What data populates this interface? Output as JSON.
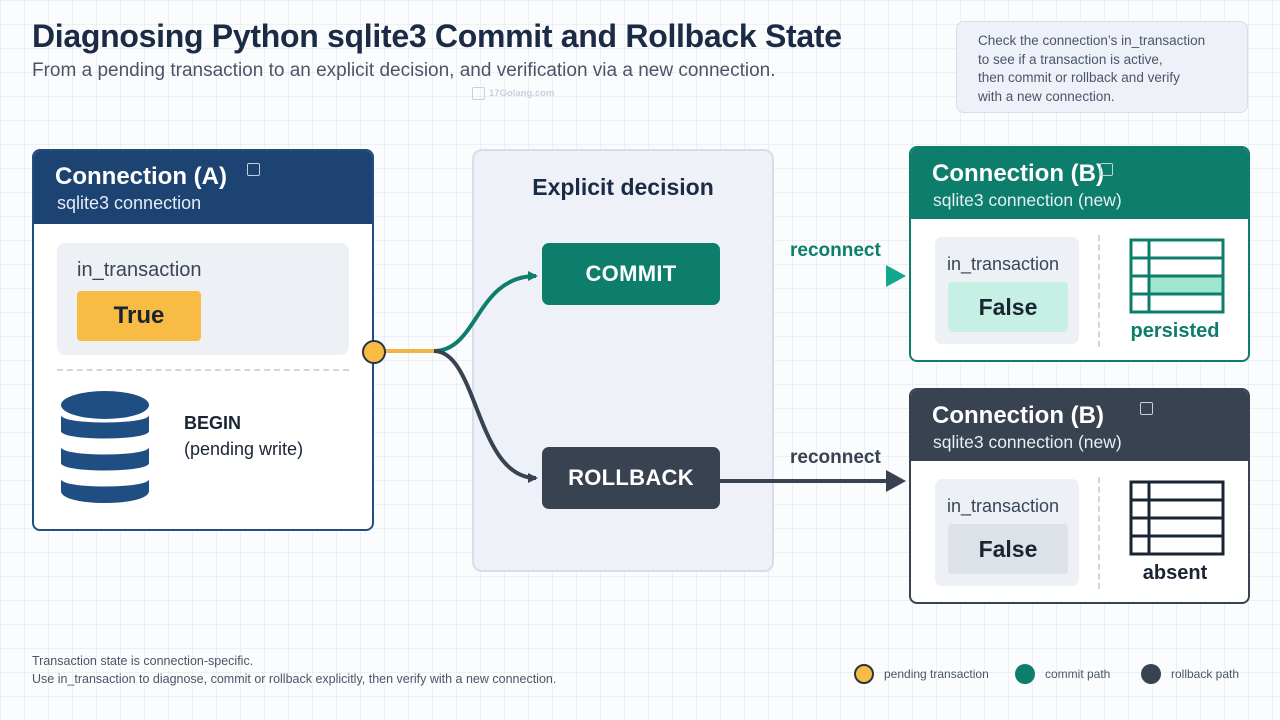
{
  "header": {
    "title": "Diagnosing Python sqlite3 Commit and Rollback State",
    "subtitle": "From a pending transaction to an explicit decision, and verification via a new connection."
  },
  "note": {
    "lines": [
      "Check the connection’s in_transaction",
      "to see if a transaction is active,",
      "then commit or rollback and verify",
      "with a new connection."
    ]
  },
  "watermark": "17Golang.com",
  "connection_a": {
    "title": "Connection (A)",
    "subtitle": "sqlite3 connection",
    "in_transaction_label": "in_transaction",
    "in_transaction_value": "True",
    "begin_label": "BEGIN",
    "pending_label": "(pending write)"
  },
  "decision": {
    "title": "Explicit decision",
    "commit_label": "COMMIT",
    "rollback_label": "ROLLBACK",
    "reconnect_label": "reconnect"
  },
  "connection_b_commit": {
    "title": "Connection (B)",
    "subtitle": "sqlite3 connection (new)",
    "in_transaction_label": "in_transaction",
    "in_transaction_value": "False",
    "result": "persisted"
  },
  "connection_b_rollback": {
    "title": "Connection (B)",
    "subtitle": "sqlite3 connection (new)",
    "in_transaction_label": "in_transaction",
    "in_transaction_value": "False",
    "result": "absent"
  },
  "footer": {
    "line1": "Transaction state is connection-specific.",
    "line2": "Use in_transaction to diagnose, commit or rollback explicitly, then verify with a new connection."
  },
  "legend": {
    "pending": "pending transaction",
    "commit": "commit path",
    "rollback": "rollback path"
  },
  "colors": {
    "navy": "#1d4373",
    "teal": "#0d7d6c",
    "charcoal": "#384250",
    "amber": "#f8bb43",
    "mint": "#c7f0e4"
  }
}
